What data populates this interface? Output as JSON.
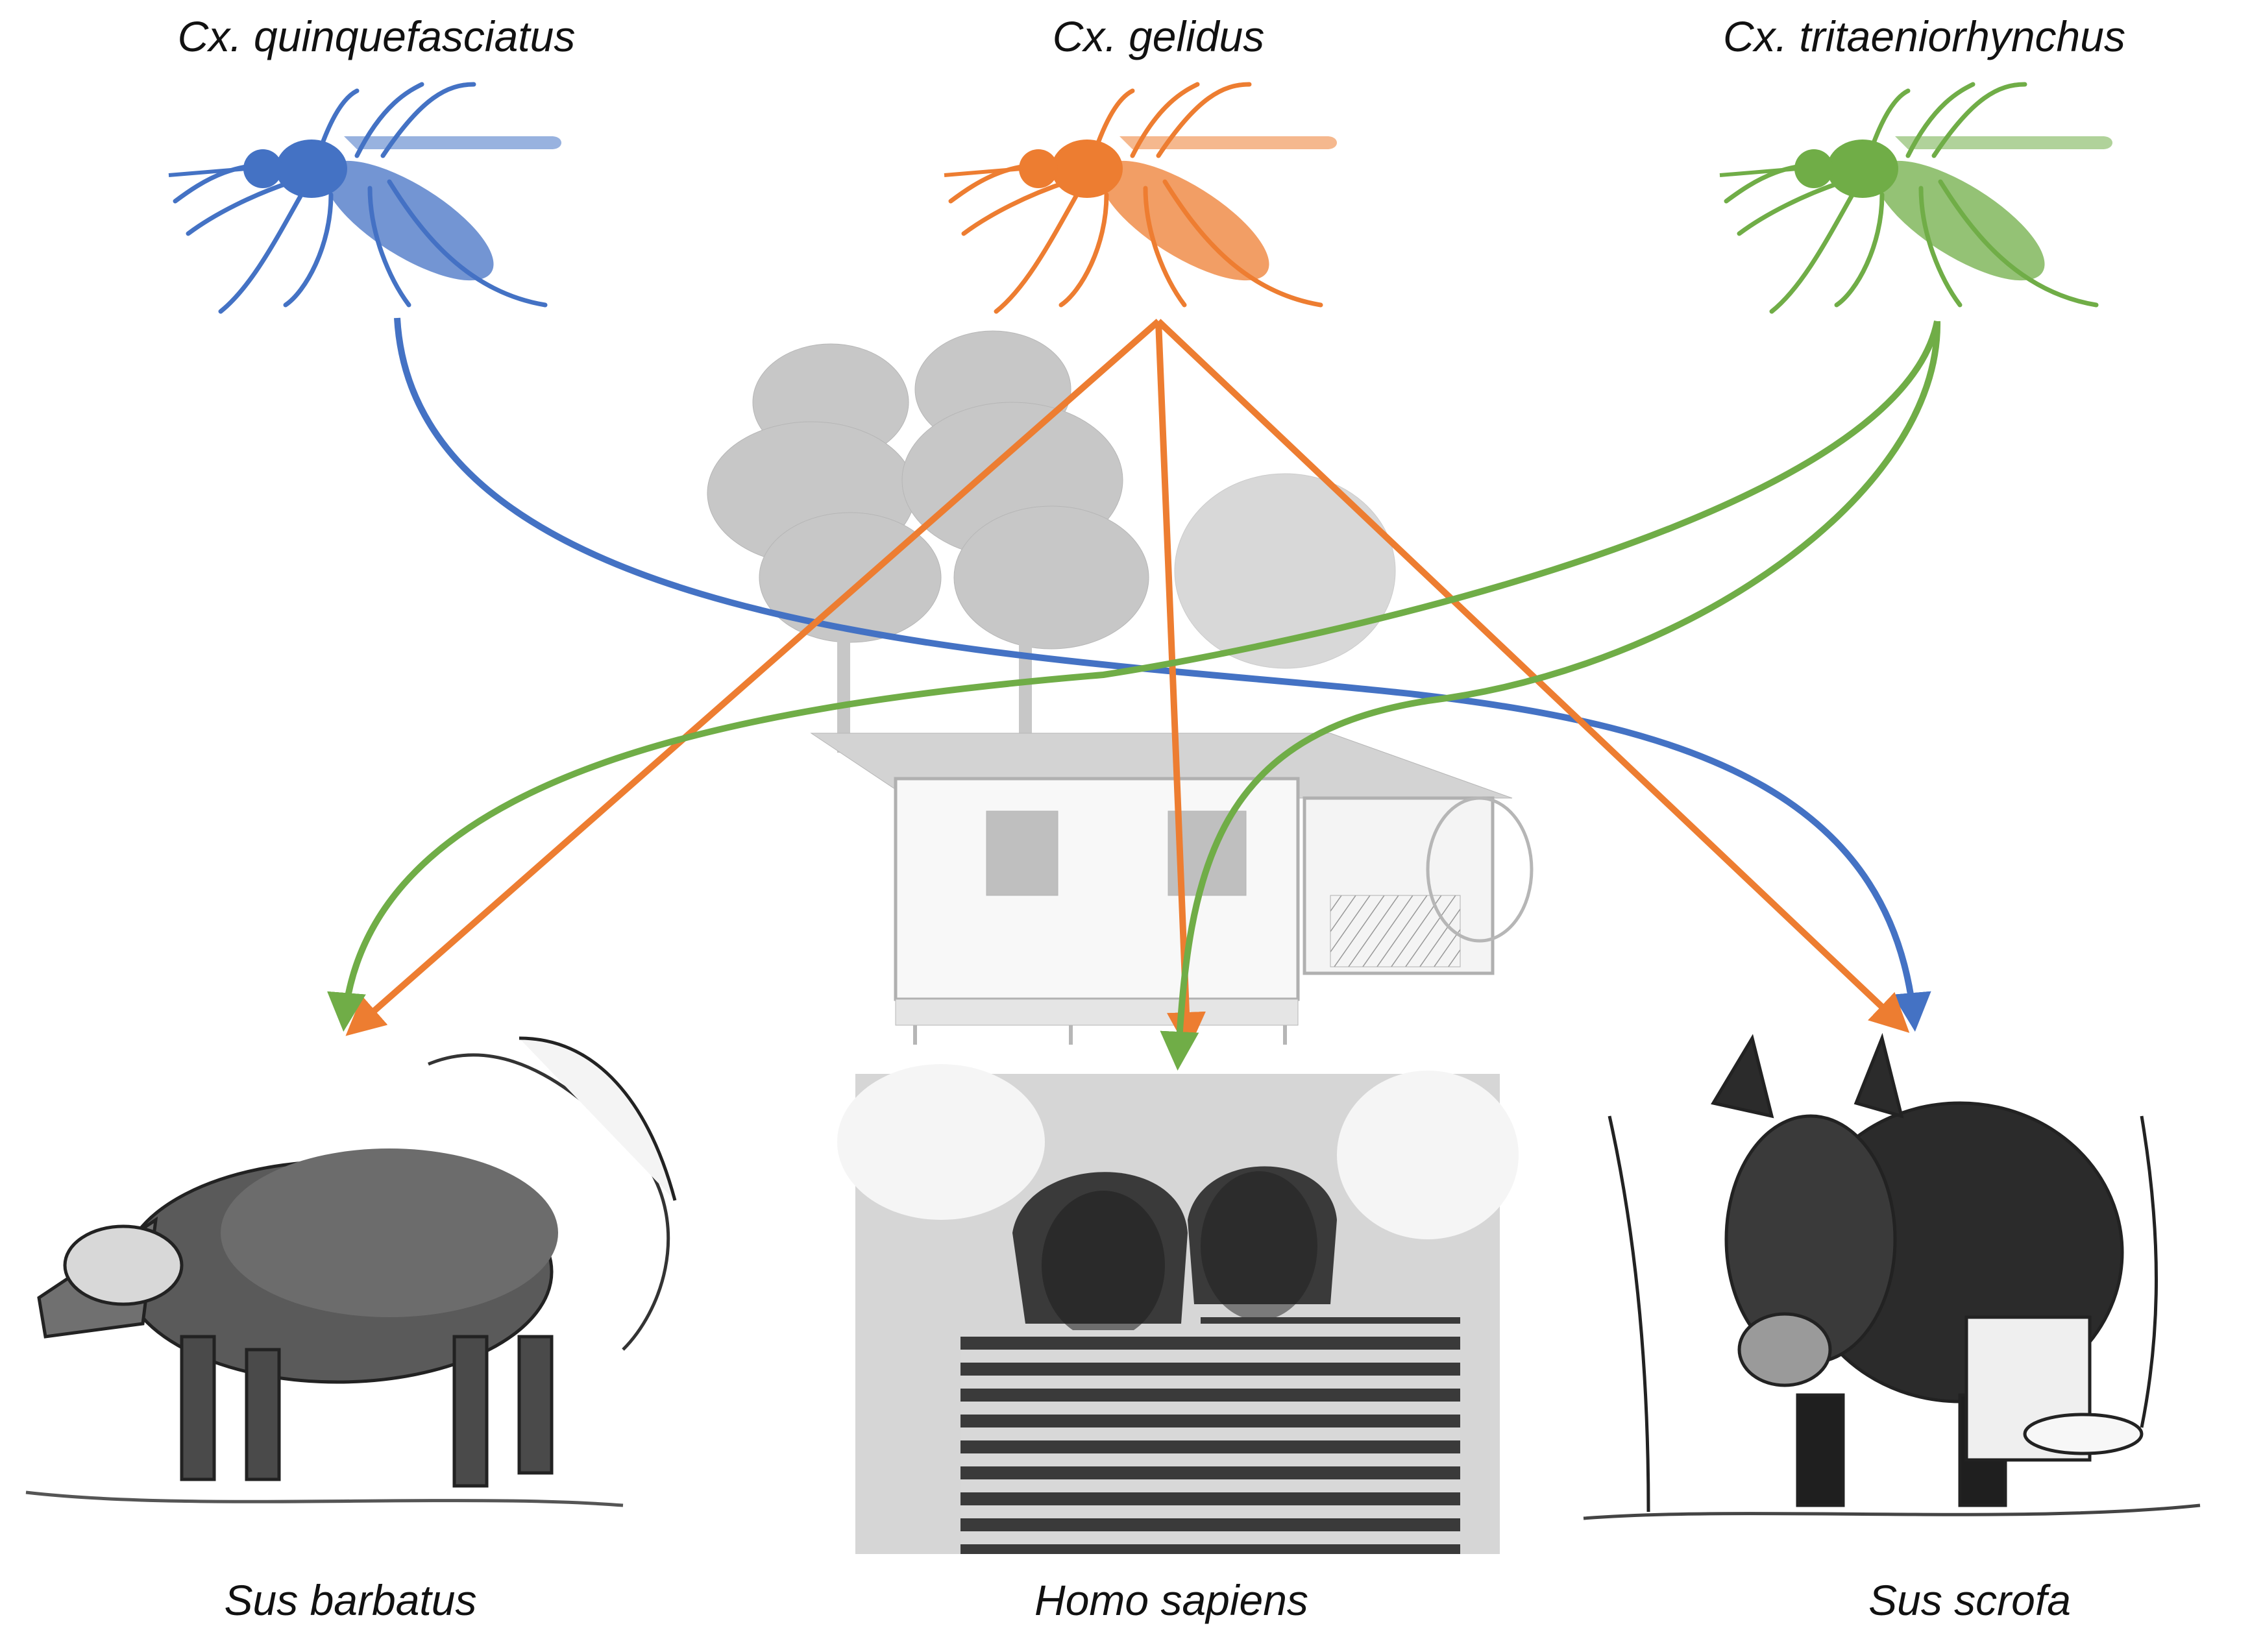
{
  "vectors": [
    {
      "id": "quinquefasciatus",
      "label": "Cx. quinquefasciatus",
      "color": "#4472c4",
      "icon": "mosquito-icon"
    },
    {
      "id": "gelidus",
      "label": "Cx. gelidus",
      "color": "#ed7d31",
      "icon": "mosquito-icon"
    },
    {
      "id": "tritaeniorhynchus",
      "label": "Cx. tritaeniorhynchus",
      "color": "#70ad47",
      "icon": "mosquito-icon"
    }
  ],
  "hosts": [
    {
      "id": "sus-barbatus",
      "label": "Sus barbatus",
      "icon": "bearded-pig-illustration"
    },
    {
      "id": "homo-sapiens",
      "label": "Homo sapiens",
      "icon": "human-photo"
    },
    {
      "id": "sus-scrofa",
      "label": "Sus scrofa",
      "icon": "wild-boar-illustration"
    }
  ],
  "background": {
    "icon": "house-and-trees-illustration"
  },
  "links": [
    {
      "from": "Cx. quinquefasciatus",
      "to": "Sus scrofa"
    },
    {
      "from": "Cx. gelidus",
      "to": "Sus barbatus"
    },
    {
      "from": "Cx. gelidus",
      "to": "Homo sapiens"
    },
    {
      "from": "Cx. gelidus",
      "to": "Sus scrofa"
    },
    {
      "from": "Cx. tritaeniorhynchus",
      "to": "Sus barbatus"
    },
    {
      "from": "Cx. tritaeniorhynchus",
      "to": "Homo sapiens"
    }
  ]
}
